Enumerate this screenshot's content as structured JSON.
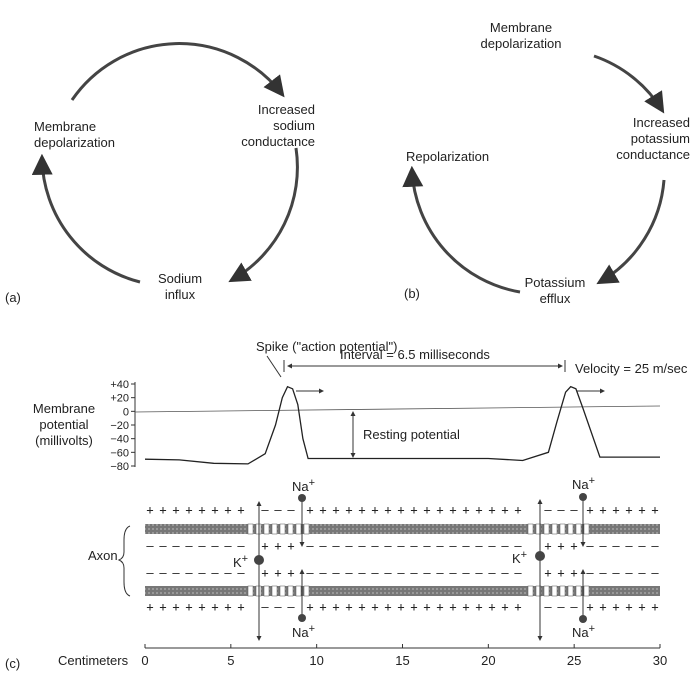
{
  "panel_a": {
    "letter": "(a)",
    "left": [
      "Membrane",
      "depolarization"
    ],
    "right": [
      "Increased",
      "sodium",
      "conductance"
    ],
    "bottom": [
      "Sodium",
      "influx"
    ]
  },
  "panel_b": {
    "letter": "(b)",
    "top": [
      "Membrane",
      "depolarization"
    ],
    "right": [
      "Increased",
      "potassium",
      "conductance"
    ],
    "bottom": [
      "Potassium",
      "efflux"
    ],
    "left": "Repolarization"
  },
  "panel_c": {
    "letter": "(c)",
    "spike_label": "Spike (\"action potential\")",
    "interval_label": "Interval = 6.5 milliseconds",
    "velocity_label": "Velocity = 25 m/sec",
    "ylabel": [
      "Membrane",
      "potential",
      "(millivolts)"
    ],
    "yticks": [
      "+40",
      "+20",
      "0",
      "−20",
      "−40",
      "−60",
      "−80"
    ],
    "resting_label": "Resting potential",
    "axon_label": "Axon",
    "na_label": "Na",
    "k_label": "K",
    "plus_sup": "+",
    "x_axis_label": "Centimeters",
    "x_ticks": [
      "0",
      "5",
      "10",
      "15",
      "20",
      "25",
      "30"
    ]
  },
  "chart_data": {
    "type": "line",
    "xlabel": "Centimeters",
    "ylabel": "Membrane potential (millivolts)",
    "xlim": [
      0,
      30
    ],
    "ylim": [
      -80,
      40
    ],
    "series": [
      {
        "x": [
          0,
          2,
          4,
          6,
          7,
          7.6,
          8.0,
          8.3,
          8.6,
          8.9,
          9.2,
          9.5,
          12,
          16,
          20,
          22,
          23.5,
          24.0,
          24.5,
          24.8,
          25.1,
          25.5,
          26.5,
          30
        ],
        "y": [
          -70,
          -71,
          -76,
          -77,
          -62,
          -20,
          20,
          36,
          33,
          10,
          -40,
          -69,
          -69,
          -69,
          -69,
          -72,
          -60,
          -15,
          28,
          36,
          33,
          5,
          -67,
          -67
        ]
      }
    ]
  }
}
